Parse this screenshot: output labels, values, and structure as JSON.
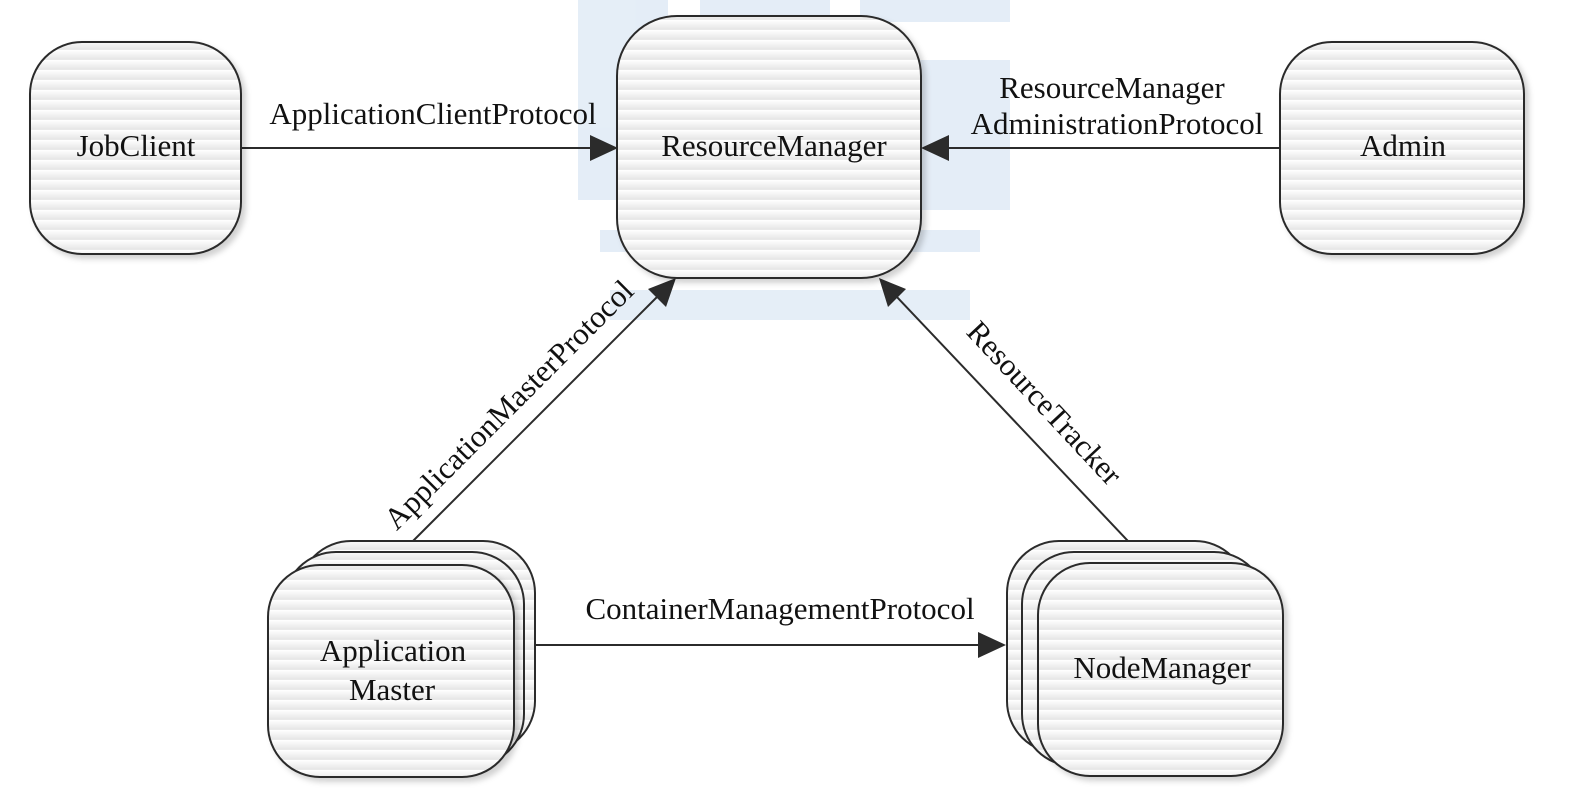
{
  "nodes": {
    "resource_manager": "ResourceManager",
    "job_client": "JobClient",
    "admin": "Admin",
    "application_master_line1": "Application",
    "application_master_line2": "Master",
    "node_manager": "NodeManager"
  },
  "edges": {
    "application_client_protocol": "ApplicationClientProtocol",
    "rm_admin_protocol_line1": "ResourceManager",
    "rm_admin_protocol_line2": "AdministrationProtocol",
    "application_master_protocol": "ApplicationMasterProtocol",
    "resource_tracker": "ResourceTracker",
    "container_management_protocol": "ContainerManagementProtocol"
  },
  "colors": {
    "box_fill_top": "#ffffff",
    "box_fill_bottom": "#e6e6e6",
    "stroke": "#2b2b2b",
    "watermark": "#cfe0f1"
  }
}
